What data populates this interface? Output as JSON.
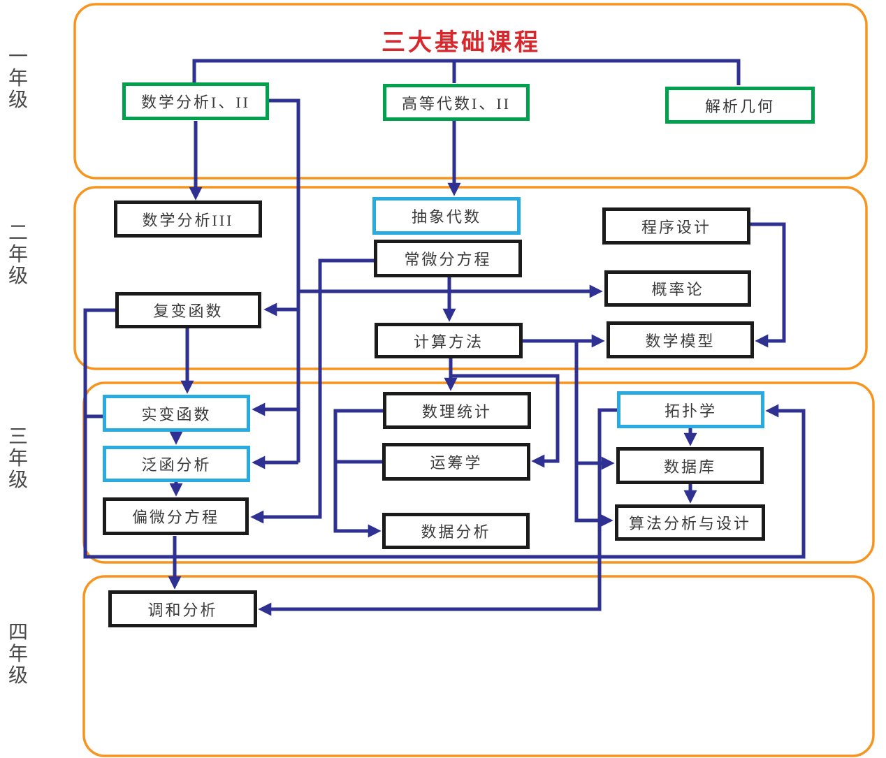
{
  "title": "三大基础课程",
  "year_labels": [
    "一年级",
    "二年级",
    "三年级",
    "四年级"
  ],
  "colors": {
    "container_orange": "#F7941E",
    "connector_navy": "#2E3192",
    "course_green": "#00A14D",
    "course_cyan": "#29ABE2",
    "course_black": "#1B1B1B",
    "title_red": "#D7282D",
    "text_gray": "#3A3A3A",
    "year_label_gray": "#4A4A4A"
  },
  "nodes": {
    "math_analysis_12": "数学分析I、II",
    "advanced_algebra_12": "高等代数I、II",
    "analytic_geometry": "解析几何",
    "math_analysis_3": "数学分析III",
    "abstract_algebra": "抽象代数",
    "program_design": "程序设计",
    "ode": "常微分方程",
    "probability": "概率论",
    "complex_functions": "复变函数",
    "computational_methods": "计算方法",
    "math_models": "数学模型",
    "real_analysis": "实变函数",
    "math_statistics": "数理统计",
    "topology": "拓扑学",
    "functional_analysis": "泛函分析",
    "operations_research": "运筹学",
    "database": "数据库",
    "pde": "偏微分方程",
    "data_analysis": "数据分析",
    "algorithm_design": "算法分析与设计",
    "harmonic_analysis": "调和分析"
  }
}
